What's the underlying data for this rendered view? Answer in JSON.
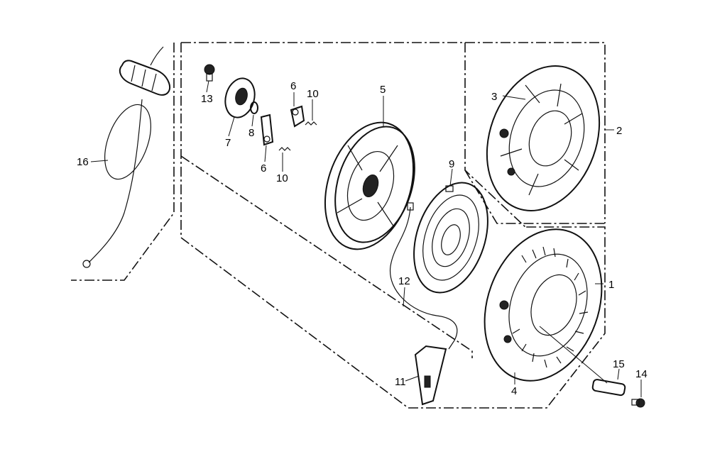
{
  "diagram": {
    "callouts": [
      {
        "id": "c1",
        "text": "1"
      },
      {
        "id": "c2",
        "text": "2"
      },
      {
        "id": "c3",
        "text": "3"
      },
      {
        "id": "c4",
        "text": "4"
      },
      {
        "id": "c5",
        "text": "5"
      },
      {
        "id": "c6a",
        "text": "6"
      },
      {
        "id": "c6b",
        "text": "6"
      },
      {
        "id": "c7",
        "text": "7"
      },
      {
        "id": "c8",
        "text": "8"
      },
      {
        "id": "c9",
        "text": "9"
      },
      {
        "id": "c10a",
        "text": "10"
      },
      {
        "id": "c10b",
        "text": "10"
      },
      {
        "id": "c11",
        "text": "11"
      },
      {
        "id": "c12",
        "text": "12"
      },
      {
        "id": "c13",
        "text": "13"
      },
      {
        "id": "c14",
        "text": "14"
      },
      {
        "id": "c15",
        "text": "15"
      },
      {
        "id": "c16",
        "text": "16"
      }
    ]
  }
}
